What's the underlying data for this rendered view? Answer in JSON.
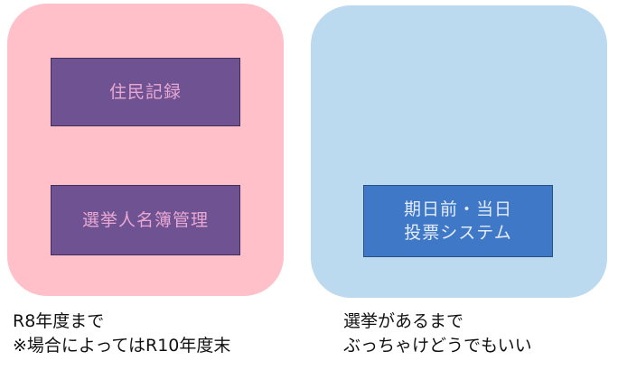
{
  "left_panel": {
    "color": "#ffc0c9",
    "boxes": [
      "住民記録",
      "選挙人名簿管理"
    ],
    "box_color": "#6f5292",
    "note_lines": [
      "R8年度まで",
      "※場合によってはR10年度末"
    ]
  },
  "right_panel": {
    "color": "#bcdaef",
    "box_lines": [
      "期日前・当日",
      "投票システム"
    ],
    "box_color": "#3f78c6",
    "note_lines": [
      "選挙があるまで",
      "ぶっちゃけどうでもいい"
    ]
  }
}
